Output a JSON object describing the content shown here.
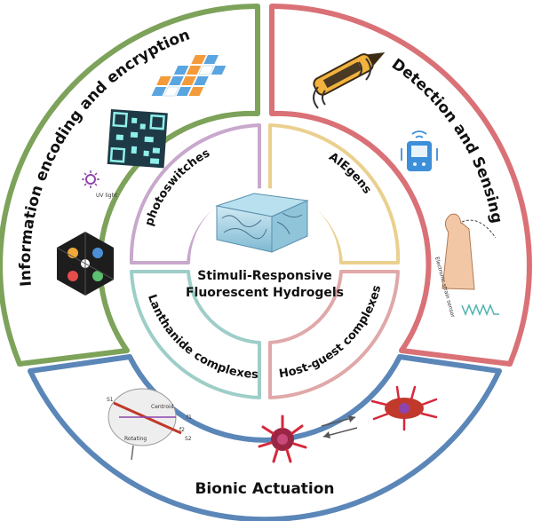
{
  "center": {
    "line1": "Stimuli-Responsive",
    "line2": "Fluorescent Hydrogels"
  },
  "outer": {
    "encryption": "Information encoding and encryption",
    "sensing": "Detection and Sensing",
    "actuation": "Bionic Actuation"
  },
  "inner": {
    "photoswitches": "photoswitches",
    "aiegens": "AIEgens",
    "lanthanide": "Lanthanide complexes",
    "host_guest": "Host-guest complexes"
  },
  "illustrations": {
    "uv_light": "UV light",
    "rotating": "Rotating",
    "centroid": "Centroid",
    "s1": "S1",
    "s2": "S2",
    "f1": "f1",
    "f2": "f2",
    "strain_sensor": "Electronic strain sensor"
  },
  "colors": {
    "encryption": "#7da25a",
    "sensing": "#d97176",
    "actuation": "#5b86b8",
    "photoswitches": "#c8a8cc",
    "aiegens": "#ead08e",
    "lanthanide": "#9dcec8",
    "host_guest": "#e0a8a8"
  }
}
